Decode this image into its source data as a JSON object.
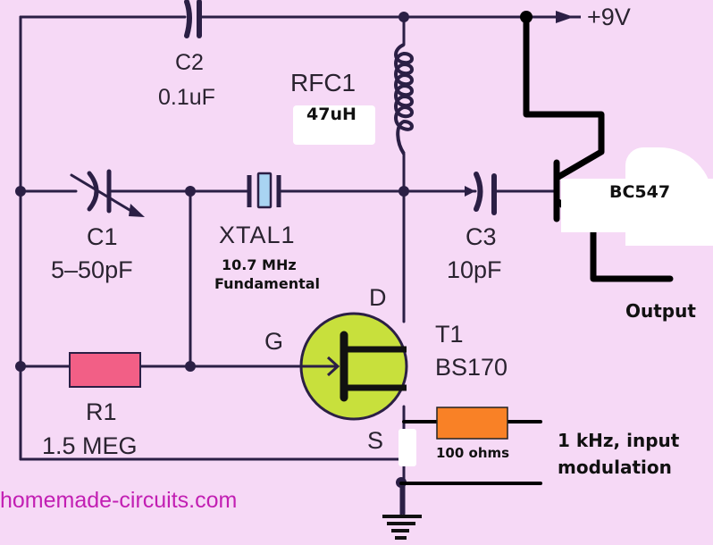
{
  "title": "10.7 MHz crystal oscillator with BC547 buffer and 1 kHz modulation input",
  "supply": {
    "label": "+9V"
  },
  "components": {
    "C2": {
      "ref": "C2",
      "value": "0.1uF",
      "type": "capacitor"
    },
    "RFC1": {
      "ref": "RFC1",
      "value": "47uH",
      "type": "inductor"
    },
    "C1": {
      "ref": "C1",
      "value": "5–50pF",
      "type": "variable-capacitor"
    },
    "XTAL1": {
      "ref": "XTAL1",
      "value_line1": "10.7 MHz",
      "value_line2": "Fundamental",
      "type": "crystal"
    },
    "C3": {
      "ref": "C3",
      "value": "10pF",
      "type": "capacitor"
    },
    "Q1": {
      "part": "BC547",
      "type": "npn-transistor"
    },
    "T1": {
      "ref": "T1",
      "part": "BS170",
      "type": "n-mosfet",
      "pins": {
        "gate": "G",
        "drain": "D",
        "source": "S"
      }
    },
    "R1": {
      "ref": "R1",
      "value": "1.5 MEG",
      "type": "resistor"
    },
    "R2": {
      "value": "100 ohms",
      "type": "resistor"
    }
  },
  "labels": {
    "output": "Output",
    "modulation_line1": "1 kHz, input",
    "modulation_line2": "modulation"
  },
  "watermark": "homemade-circuits.com",
  "colors": {
    "background": "#f6d9f6",
    "wire": "#2b1f45",
    "mosfet_body": "#c8e03c",
    "r1_body": "#f25f86",
    "r2_body": "#f98126",
    "crystal": "#a9d4f2",
    "watermark": "#c21fb3"
  }
}
